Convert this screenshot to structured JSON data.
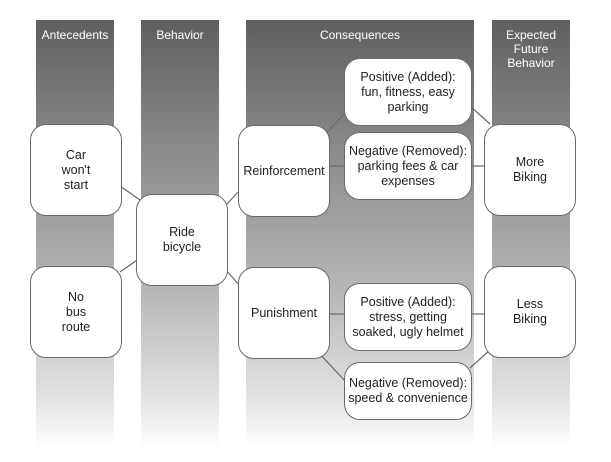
{
  "columns": {
    "antecedents": "Antecedents",
    "behavior": "Behavior",
    "consequences": "Consequences",
    "expected": "Expected\nFuture\nBehavior"
  },
  "nodes": {
    "car_wont_start": "Car\nwon't\nstart",
    "no_bus_route": "No\nbus\nroute",
    "ride_bicycle": "Ride\nbicycle",
    "reinforcement": "Reinforcement",
    "punishment": "Punishment",
    "reinf_positive": "Positive (Added):\nfun, fitness, easy\nparking",
    "reinf_negative": "Negative (Removed):\nparking fees & car\nexpenses",
    "pun_positive": "Positive (Added):\nstress, getting\nsoaked, ugly helmet",
    "pun_negative": "Negative (Removed):\nspeed & convenience",
    "more_biking": "More\nBiking",
    "less_biking": "Less\nBiking"
  },
  "colors": {
    "column_top": "#5f5f5f",
    "column_bottom": "#ffffff",
    "node_border": "#6a6a6a",
    "connector": "#6a6a6a"
  }
}
